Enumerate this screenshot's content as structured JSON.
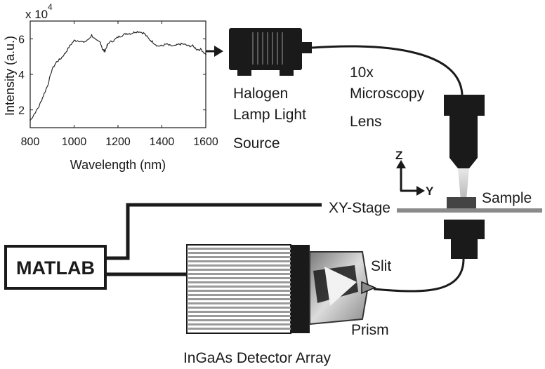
{
  "spectrum_plot": {
    "exponent_label": "x 10",
    "exponent_power": "4",
    "ylabel": "Intensity (a.u.)",
    "xlabel": "Wavelength (nm)",
    "x_ticks": [
      "800",
      "1000",
      "1200",
      "1400",
      "1600"
    ],
    "y_ticks": [
      "2",
      "4",
      "6"
    ]
  },
  "chart_data": {
    "type": "line",
    "xlabel": "Wavelength (nm)",
    "ylabel": "Intensity (a.u.)",
    "y_multiplier": "x 10^4",
    "xlim": [
      800,
      1600
    ],
    "ylim": [
      1,
      7
    ],
    "series": [
      {
        "x": [
          800,
          820,
          840,
          860,
          880,
          900,
          920,
          940,
          960,
          980,
          1000,
          1020,
          1040,
          1060,
          1080,
          1100,
          1120,
          1130,
          1140,
          1150,
          1160,
          1180,
          1200,
          1220,
          1240,
          1260,
          1280,
          1300,
          1320,
          1340,
          1360,
          1380,
          1400,
          1420,
          1440,
          1460,
          1480,
          1500,
          1520,
          1540,
          1560,
          1580,
          1600
        ],
        "y": [
          1.4,
          1.8,
          2.2,
          2.8,
          3.4,
          4.3,
          4.7,
          4.9,
          5.2,
          5.6,
          5.9,
          5.9,
          5.8,
          5.9,
          6.2,
          5.9,
          5.8,
          5.4,
          5.3,
          5.6,
          5.8,
          5.9,
          6.1,
          6.2,
          6.3,
          6.3,
          6.4,
          6.4,
          6.3,
          6.0,
          5.8,
          5.6,
          5.6,
          5.7,
          5.6,
          5.6,
          5.7,
          5.7,
          5.6,
          5.6,
          5.4,
          5.4,
          5.1
        ]
      }
    ]
  },
  "labels": {
    "lamp_line1": "Halogen",
    "lamp_line2": "Lamp Light",
    "lamp_line3": "Source",
    "lens_line1": "10x",
    "lens_line2": "Microscopy",
    "lens_line3": "Lens",
    "axis_z": "Z",
    "axis_y": "Y",
    "sample": "Sample",
    "xy_stage": "XY-Stage",
    "matlab": "MATLAB",
    "slit": "Slit",
    "prism": "Prism",
    "detector": "InGaAs Detector Array"
  },
  "colors": {
    "dark": "#1a1a1a",
    "stage_gray": "#8a8a8a",
    "detector_gray": "#9a9a9a",
    "beam": "#c8c8c8"
  }
}
